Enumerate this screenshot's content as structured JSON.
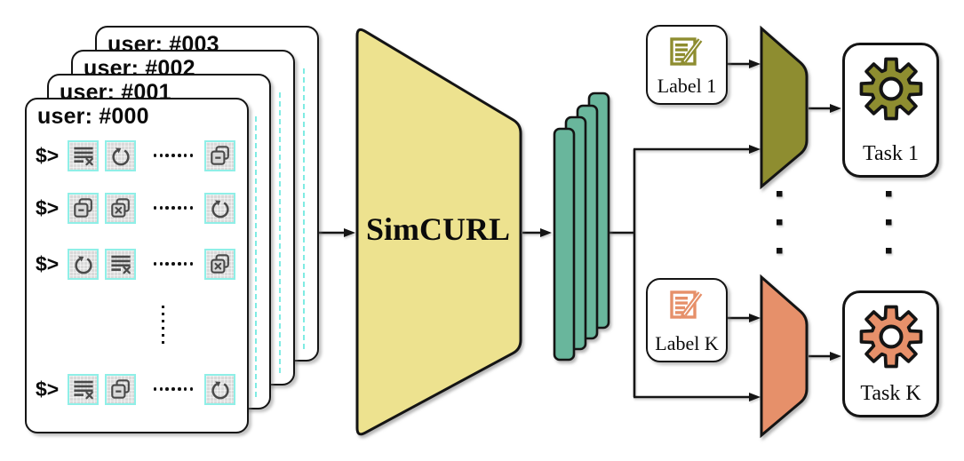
{
  "figure": {
    "cards": {
      "front_header": "user: #000",
      "back_headers": [
        "user: #001",
        "user: #002",
        "user: #003"
      ],
      "rows": [
        {
          "prompt": "$>",
          "icons": [
            "list-delete",
            "undo",
            "ellipsis",
            "copy-remove"
          ]
        },
        {
          "prompt": "$>",
          "icons": [
            "copy-remove",
            "copy-delete",
            "ellipsis",
            "undo"
          ]
        },
        {
          "prompt": "$>",
          "icons": [
            "undo",
            "list-delete",
            "ellipsis",
            "copy-delete"
          ]
        },
        {
          "prompt": "$>",
          "icons": [
            "list-delete",
            "copy-remove",
            "ellipsis",
            "undo"
          ]
        }
      ]
    },
    "encoder": {
      "label": "SimCURL",
      "fill": "#EDE28F"
    },
    "embedding": {
      "fill": "#69B69C",
      "bar_count": 4
    },
    "branches": [
      {
        "label": "Label 1",
        "task": "Task 1",
        "color": "#8E8D30"
      },
      {
        "label": "Label K",
        "task": "Task K",
        "color": "#E6906A"
      }
    ],
    "colors": {
      "outline": "#151515",
      "icon_box_border": "#8FEFE7",
      "icon_glyph": "#4a4a4a",
      "hidden_card_dashes": "#7FEBE3"
    }
  }
}
